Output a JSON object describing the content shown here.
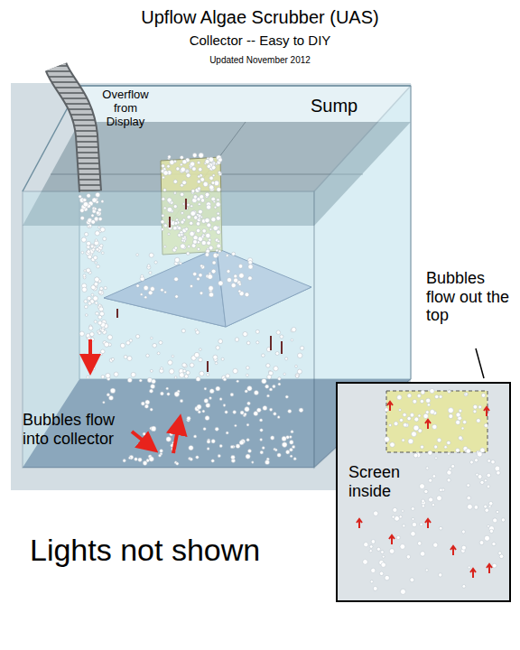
{
  "diagram": {
    "title": "Upflow Algae Scrubber (UAS)",
    "nodes": [
      {
        "text": [
          "Screen inside"
        ]
      }
    ],
    "labels": [
      "Collector -- Easy to DIY",
      "Updated November 2012",
      "Overflow from Display",
      "Sump",
      "Bubbles flow into collector",
      "Lights not shown",
      "Bubbles flow out the top"
    ]
  }
}
